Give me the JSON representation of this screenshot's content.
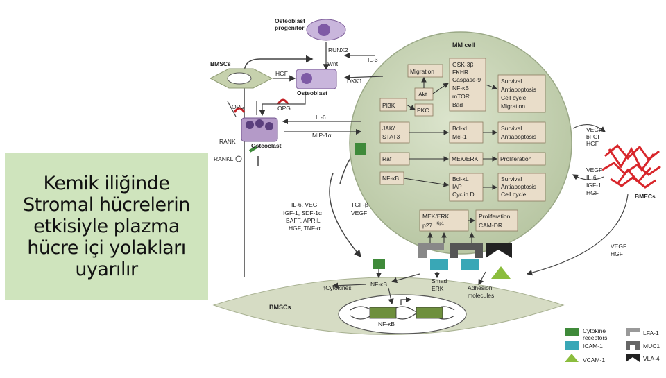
{
  "caption": "Kemik iliğinde\nStromal hücrelerin\netkisiyle plazma\nhücre içi yolakları\nuyarılır",
  "labels": {
    "osteoblast_progenitor": [
      "Osteoblast",
      "progenitor"
    ],
    "bmscs_top": "BMSCs",
    "runx2": "RUNX2",
    "il3": "IL-3",
    "wnt": "Wnt",
    "hgf": "HGF",
    "dkk1": "DKK1",
    "osteoblast": "Osteoblast",
    "opg_left": "OPG",
    "opg_right": "OPG",
    "il6": "IL-6",
    "mip1a": "MIP-1α",
    "rank": "RANK",
    "osteoclast": "Osteoclast",
    "rankl": "RANKL",
    "mm_cell": "MM cell",
    "migration": "Migration",
    "akt": "Akt",
    "pi3k": "PI3K",
    "pkc": "PKC",
    "gsk_list": [
      "GSK-3β",
      "FKHR",
      "Caspase-9",
      "NF-κB",
      "mTOR",
      "Bad"
    ],
    "survival_1": [
      "Survival",
      "Antiapoptosis",
      "Cell cycle",
      "Migration"
    ],
    "jak": [
      "JAK/",
      "STAT3"
    ],
    "bcl_mcl": [
      "Bcl-xL",
      "Mcl-1"
    ],
    "survival_2": [
      "Survival",
      "Antiapoptosis"
    ],
    "raf": "Raf",
    "mek_erk": "MEK/ERK",
    "proliferation": "Proliferation",
    "nfkb_box": "NF-κB",
    "bcl_iap": [
      "Bcl-xL",
      "IAP",
      "Cyclin D"
    ],
    "survival_3": [
      "Survival",
      "Antiapoptosis",
      "Cell cycle"
    ],
    "mek_p27": [
      "MEK/ERK",
      "p27"
    ],
    "kip1": "Kip1",
    "prolif_camdr": [
      "Proliferation",
      "CAM-DR"
    ],
    "vegf_top": [
      "VEGF",
      "bFGF",
      "HGF"
    ],
    "vegf_mid": [
      "VEGF",
      "IL-6",
      "IGF-1",
      "HGF"
    ],
    "bmecs": "BMECs",
    "vegf_bot": [
      "VEGF",
      "HGF"
    ],
    "cytokines_left": [
      "IL-6, VEGF",
      "IGF-1, SDF-1α",
      "BAFF, APRIL",
      "HGF, TNF-α"
    ],
    "tgfb": [
      "TGF-β",
      "VEGF"
    ],
    "cytokines_arrow": "↑Cytokines",
    "nfkb_cell": "NF-κB",
    "smad": [
      "Smad",
      "ERK"
    ],
    "adhesion": [
      "Adhesion",
      "molecules"
    ],
    "bmscs_bottom": "BMSCs",
    "nfkb_nucleus": "NF-κB",
    "legend": {
      "cytokine_receptors": [
        "Cytokine",
        "receptors"
      ],
      "icam1": "ICAM-1",
      "vcam1": "VCAM-1",
      "lfa1": "LFA-1",
      "muc1": "MUC1",
      "vla4": "VLA-4"
    }
  },
  "colors": {
    "caption_bg": "#cfe4bd",
    "mm_cell": "#c9d5b7",
    "bmsc_fill": "#d6dcc4",
    "pathway_box": "#e9ddc9",
    "osteoblast": "#b49ac8",
    "bmec": "#d8262b",
    "inhibit_red": "#c21f24",
    "receptor_green": "#3f8a3a",
    "icam_teal": "#39a7b6",
    "vcam_green": "#8bbd3d"
  }
}
